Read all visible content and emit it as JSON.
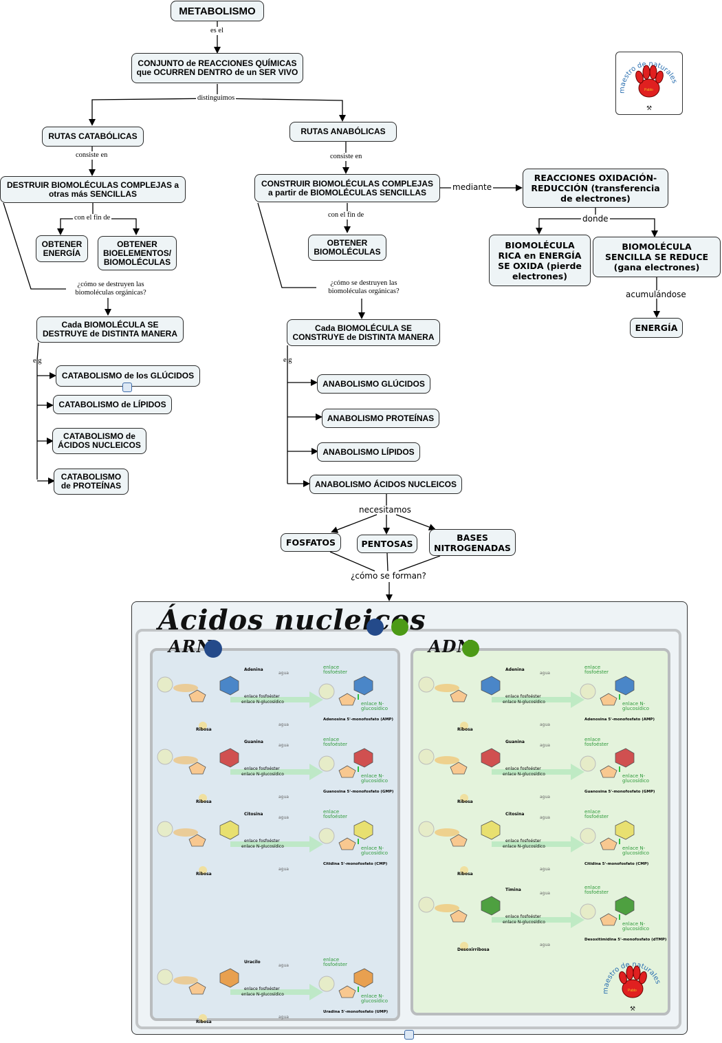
{
  "colors": {
    "node_fill": "#eef4f6",
    "arn_blue": "#244a8a",
    "adn_green": "#4c9a16",
    "arn_panel": "#dde8f0",
    "adn_panel": "#e4f3dc",
    "bond_green": "#2e9a3a"
  },
  "nodes": {
    "metabolismo": "METABOLISMO",
    "conjunto": "CONJUNTO de REACCIONES QUÍMICAS que OCURREN DENTRO de un SER VIVO",
    "rutas_catabolicas": "RUTAS CATABÓLICAS",
    "rutas_anabolicas": "RUTAS ANABÓLICAS",
    "destruir": "DESTRUIR BIOMOLÉCULAS COMPLEJAS a otras más SENCILLAS",
    "construir": "CONSTRUIR BIOMOLÉCULAS COMPLEJAS a partir de BIOMOLÉCULAS SENCILLAS",
    "obtener_energia": "OBTENER ENERGÍA",
    "obtener_bioelementos": "OBTENER BIOELEMENTOS/ BIOMOLÉCULAS",
    "obtener_biomoleculas": "OBTENER BIOMOLÉCULAS",
    "redox": "REACCIONES OXIDACIÓN-REDUCCIÓN (transferencia de electrones)",
    "biomolecula_rica": "BIOMOLÉCULA RICA en ENERGÍA SE OXIDA (pierde electrones)",
    "biomolecula_sencilla": "BIOMOLÉCULA SENCILLA SE REDUCE (gana electrones)",
    "energia": "ENERGÍA",
    "cada_destruye": "Cada BIOMOLÉCULA SE DESTRUYE de DISTINTA MANERA",
    "cada_construye": "Cada BIOMOLÉCULA SE CONSTRUYE de DISTINTA MANERA",
    "cat_glucidos": "CATABOLISMO de los GLÚCIDOS",
    "cat_lipidos": "CATABOLISMO de LÍPIDOS",
    "cat_acidos": "CATABOLISMO de ÁCIDOS NUCLEICOS",
    "cat_proteinas": "CATABOLISMO de PROTEÍNAS",
    "ana_glucidos": "ANABOLISMO GLÚCIDOS",
    "ana_proteinas": "ANABOLISMO PROTEÍNAS",
    "ana_lipidos": "ANABOLISMO LÍPIDOS",
    "ana_acidos": "ANABOLISMO ÁCIDOS NUCLEICOS",
    "fosfatos": "FOSFATOS",
    "pentosas": "PENTOSAS",
    "bases": "BASES NITROGENADAS"
  },
  "links": {
    "es_el": "es el",
    "distinguimos": "distinguimos",
    "consiste_en_1": "consiste en",
    "consiste_en_2": "consiste en",
    "con_el_fin_de_1": "con el fin de",
    "con_el_fin_de_2": "con el fin de",
    "mediante": "mediante",
    "donde": "donde",
    "acumulandose": "acumulándose",
    "como_destruyen_1": "¿cómo se destruyen las biomoléculas orgánicas?",
    "como_destruyen_2": "¿cómo se destruyen las biomoléculas orgánicas?",
    "eg_1": "e.g",
    "eg_2": "e.g",
    "necesitamos": "necesitamos",
    "como_forman": "¿cómo se forman?"
  },
  "logo": {
    "line1": "maestro de naturales",
    "paw_text": "Pablo"
  },
  "nucleic": {
    "title": "Ácidos nucleicos",
    "arn": {
      "label": "ARN",
      "reactions": [
        {
          "base": "Adenina",
          "sugar": "Ribosa",
          "product": "Adenosina 5'-monofosfato (AMP)"
        },
        {
          "base": "Guanina",
          "sugar": "Ribosa",
          "product": "Guanosina 5'-monofosfato (GMP)"
        },
        {
          "base": "Citosina",
          "sugar": "Ribosa",
          "product": "Citidina 5'-monofosfato (CMP)"
        },
        {
          "base": "Uracilo",
          "sugar": "Ribosa",
          "product": "Uradina 5'-monofosfato (UMP)"
        }
      ]
    },
    "adn": {
      "label": "ADN",
      "reactions": [
        {
          "base": "Adenina",
          "sugar": "Ribosa",
          "product": "Adenosina 5'-monofosfato (AMP)"
        },
        {
          "base": "Guanina",
          "sugar": "Ribosa",
          "product": "Guanosina 5'-monofosfato (GMP)"
        },
        {
          "base": "Citosina",
          "sugar": "Ribosa",
          "product": "Citidina 5'-monofosfato (CMP)"
        },
        {
          "base": "Timina",
          "sugar": "Desoxirribosa",
          "product": "Desoxitimidina 5'-monofosfato (dTMP)"
        }
      ]
    },
    "common": {
      "enlace_fosfoester": "enlace fosfoéster",
      "enlace_n_glucosidico": "enlace N-glucosídico",
      "agua": "agua"
    }
  }
}
